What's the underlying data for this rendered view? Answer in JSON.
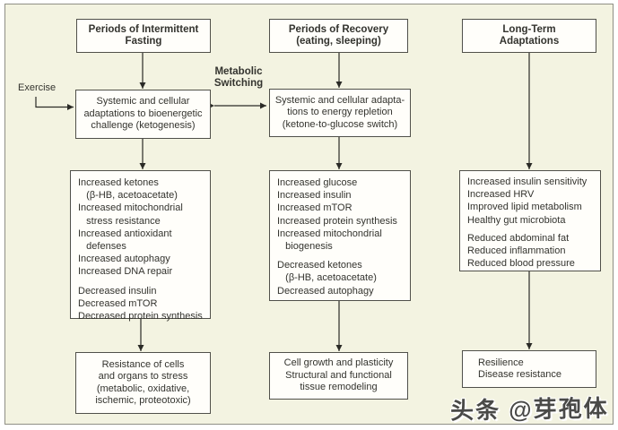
{
  "labels": {
    "exercise": "Exercise",
    "metabolic_switching": "Metabolic\nSwitching",
    "watermark": "头条 @芽孢体"
  },
  "colors": {
    "panel_bg": "#f3f3e1",
    "panel_border": "#8f8f85",
    "box_bg": "#fffefa",
    "box_border": "#50504a",
    "text": "#33332e",
    "arrow": "#2a2a26"
  },
  "columns": [
    {
      "id": "intermittent-fasting",
      "header": "Periods of Intermittent\nFasting",
      "adaptation": "Systemic and cellular\nadaptations to bioenergetic\nchallenge (ketogenesis)",
      "effects_up": "Increased ketones\n   (β-HB, acetoacetate)\nIncreased mitochondrial\n   stress resistance\nIncreased antioxidant\n   defenses\nIncreased autophagy\nIncreased DNA repair",
      "effects_down": "Decreased insulin\nDecreased mTOR\nDecreased protein synthesis",
      "outcome": "Resistance of cells\nand organs to stress\n(metabolic, oxidative,\nischemic, proteotoxic)"
    },
    {
      "id": "recovery",
      "header": "Periods of Recovery\n(eating, sleeping)",
      "adaptation": "Systemic and cellular adapta-\ntions to energy repletion\n(ketone-to-glucose switch)",
      "effects_up": "Increased glucose\nIncreased insulin\nIncreased mTOR\nIncreased protein synthesis\nIncreased mitochondrial\n   biogenesis",
      "effects_down": "Decreased ketones\n   (β-HB, acetoacetate)\nDecreased autophagy",
      "outcome": "Cell growth and plasticity\nStructural and functional\ntissue remodeling"
    },
    {
      "id": "long-term-adaptations",
      "header": "Long-Term\nAdaptations",
      "effects_up": "Increased insulin sensitivity\nIncreased HRV\nImproved lipid metabolism\nHealthy gut microbiota",
      "effects_down": "Reduced abdominal fat\nReduced inflammation\nReduced blood pressure",
      "outcome": "Resilience\nDisease resistance"
    }
  ]
}
